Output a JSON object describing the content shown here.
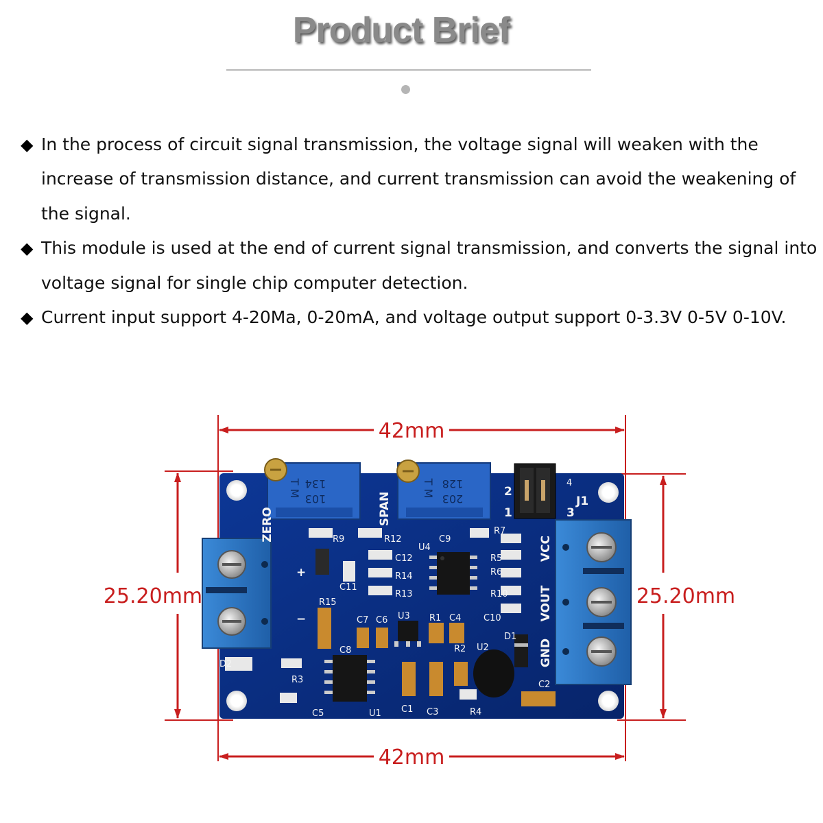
{
  "header": {
    "title": "Product Brief"
  },
  "bullets": [
    "In the process of circuit signal transmission, the voltage signal will weaken with the increase of transmission distance, and current transmission can avoid the weakening of the signal.",
    "This module is used at the end of current signal transmission, and converts the signal into voltage signal for single chip computer detection.",
    "Current input support 4-20Ma, 0-20mA, and voltage output support 0-3.3V 0-5V 0-10V."
  ],
  "dimensions": {
    "width_top": "42mm",
    "width_bottom": "42mm",
    "height_left": "25.20mm",
    "height_right": "25.20mm"
  },
  "board": {
    "pot_zero_code_top": "103",
    "pot_zero_code_bottom": "134",
    "pot_zero_tm": "T M",
    "pot_span_code_top": "203",
    "pot_span_code_bottom": "128",
    "pot_span_tm": "T M",
    "label_zero": "ZERO",
    "label_span": "SPAN",
    "label_vcc": "VCC",
    "label_vout": "VOUT",
    "label_gnd": "GND",
    "label_j1": "J1",
    "label_plus": "+",
    "label_minus": "−",
    "jumper_2": "2",
    "jumper_1": "1",
    "jumper_3": "3",
    "jumper_4": "4",
    "refs": {
      "r9": "R9",
      "r12": "R12",
      "c9": "C9",
      "r7": "R7",
      "u4": "U4",
      "c12": "C12",
      "r14": "R14",
      "r13": "R13",
      "r5": "R5",
      "r6": "R6",
      "r10": "R10",
      "c11": "C11",
      "r15": "R15",
      "c7": "C7",
      "c6": "C6",
      "u3": "U3",
      "r1": "R1",
      "c4": "C4",
      "c10": "C10",
      "d1": "D1",
      "c8": "C8",
      "r2": "R2",
      "u2": "U2",
      "d2": "D2",
      "r3": "R3",
      "c5": "C5",
      "u1": "U1",
      "c1": "C1",
      "c3": "C3",
      "r4": "R4",
      "c2": "C2"
    }
  },
  "colors": {
    "title_gray": "#8a8a8a",
    "dimension_red": "#c81e1e",
    "pcb_blue": "#0b2f86",
    "terminal_blue": "#2c79c9"
  }
}
